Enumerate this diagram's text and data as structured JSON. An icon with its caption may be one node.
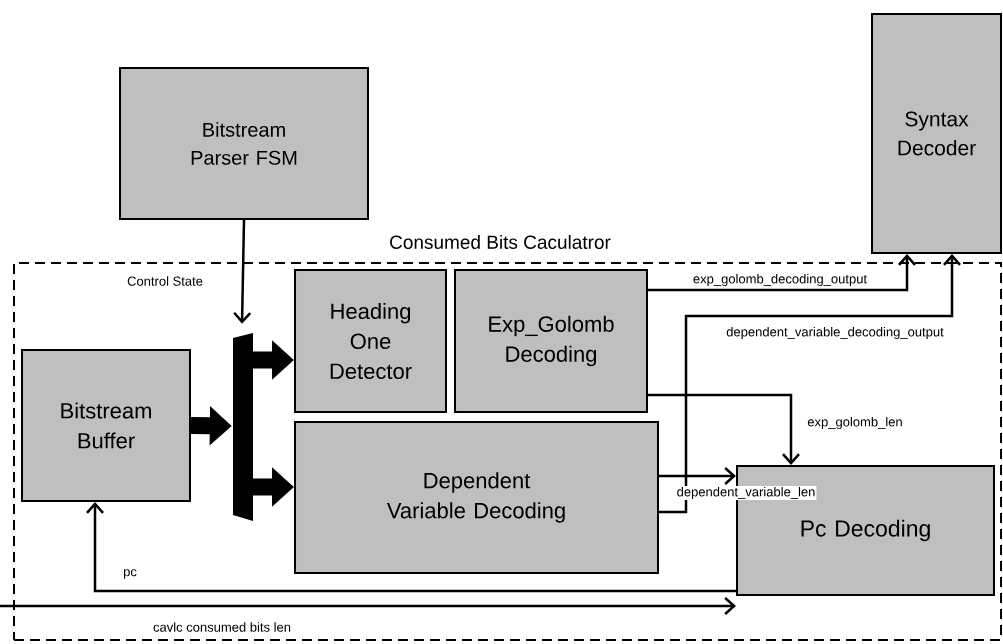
{
  "diagram": {
    "nodes": [
      {
        "text": [
          "Consumed Bits Caculatror"
        ]
      },
      {
        "text": [
          "Bitstream Parser FSM"
        ]
      },
      {
        "text": [
          "Syntax Decoder"
        ]
      },
      {
        "text": [
          "Bitstream Buffer"
        ],
        "in": 0
      },
      {
        "text": [],
        "shape": "trapezoid",
        "in": 0
      },
      {
        "text": [
          "Heading One Detector"
        ],
        "in": 0
      },
      {
        "text": [
          "Exp_Golomb Decoding"
        ],
        "in": 0
      },
      {
        "text": [
          "Dependent Variable Decoding"
        ],
        "in": 0
      },
      {
        "text": [
          "Pc Decoding"
        ],
        "in": 0
      }
    ],
    "edges": [
      {
        "from": 1,
        "to": 4,
        "arrow": "to",
        "label": "Control State"
      },
      {
        "from": 3,
        "to": 4,
        "arrow": "to",
        "style": "thick"
      },
      {
        "from": 4,
        "to": 5,
        "arrow": "to",
        "style": "thick"
      },
      {
        "from": 4,
        "to": 7,
        "arrow": "to",
        "style": "thick"
      },
      {
        "from": 6,
        "to": 2,
        "arrow": "to",
        "label": "exp_golomb_decoding_output"
      },
      {
        "from": 7,
        "to": 2,
        "arrow": "to",
        "label": "dependent_variable_decoding_output"
      },
      {
        "from": 6,
        "to": 8,
        "arrow": "to",
        "label": "exp_golomb_len"
      },
      {
        "from": 7,
        "to": 8,
        "arrow": "to",
        "label": "dependent_variable_len"
      },
      {
        "from": 8,
        "to": 3,
        "arrow": "to",
        "label": "pc"
      },
      {
        "from": null,
        "to": 8,
        "arrow": "to",
        "label": "cavlc consumed bits len"
      }
    ]
  }
}
